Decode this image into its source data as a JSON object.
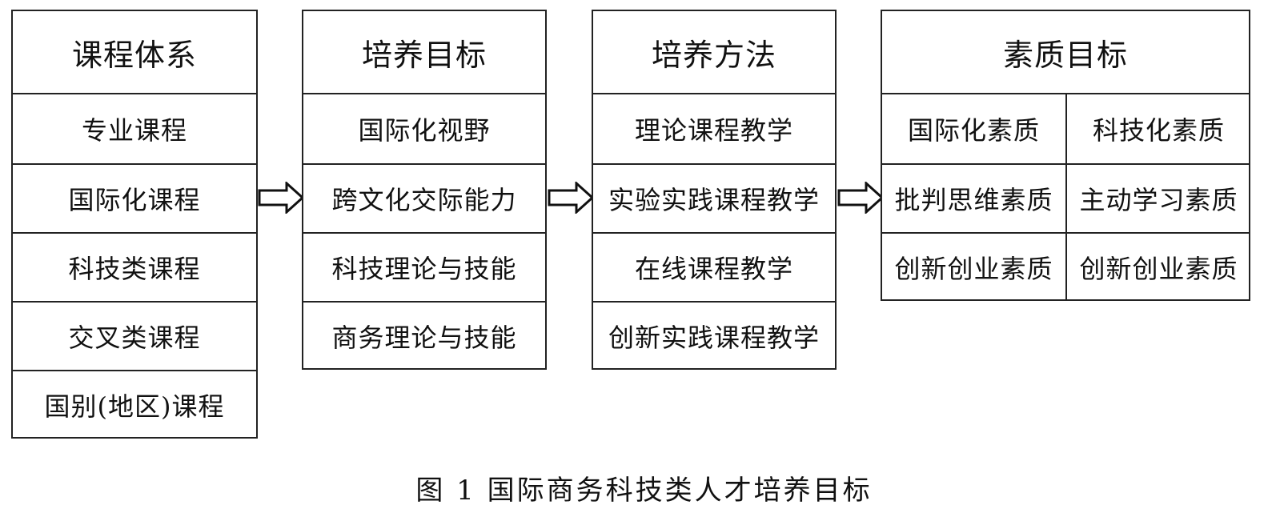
{
  "columns": {
    "curriculum": {
      "header": "课程体系",
      "items": [
        "专业课程",
        "国际化课程",
        "科技类课程",
        "交叉类课程",
        "国别(地区)课程"
      ]
    },
    "objectives": {
      "header": "培养目标",
      "items": [
        "国际化视野",
        "跨文化交际能力",
        "科技理论与技能",
        "商务理论与技能"
      ]
    },
    "methods": {
      "header": "培养方法",
      "items": [
        "理论课程教学",
        "实验实践课程教学",
        "在线课程教学",
        "创新实践课程教学"
      ]
    },
    "qualities": {
      "header": "素质目标",
      "grid": [
        [
          "国际化素质",
          "科技化素质"
        ],
        [
          "批判思维素质",
          "主动学习素质"
        ],
        [
          "创新创业素质",
          "创新创业素质"
        ]
      ]
    }
  },
  "caption": "图 1 国际商务科技类人才培养目标"
}
